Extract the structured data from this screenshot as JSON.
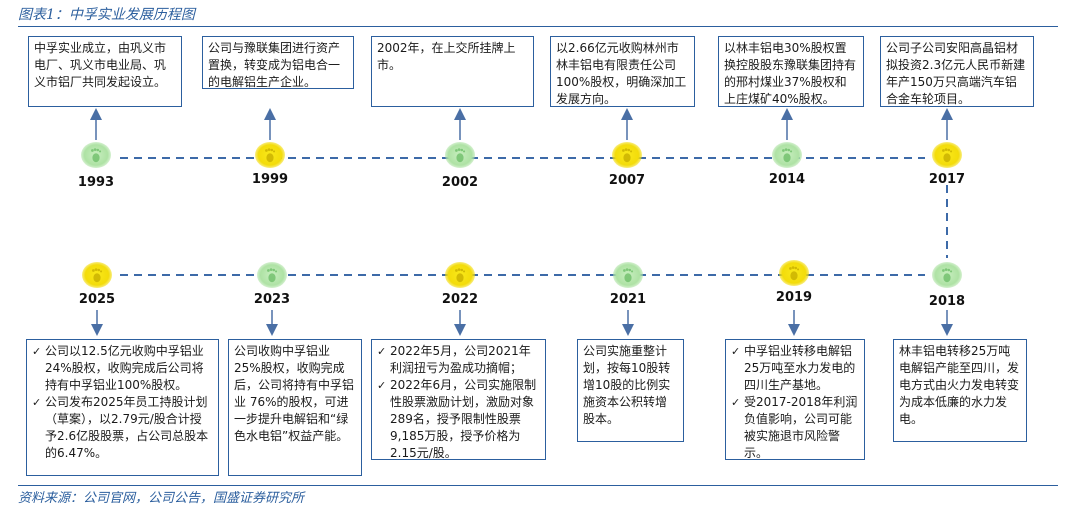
{
  "header": {
    "title": "图表1：中孚实业发展历程图"
  },
  "footer": {
    "source": "资料来源：公司官网，公司公告，国盛证券研究所"
  },
  "colors": {
    "line": "#2c5f9e",
    "green_node": "#aee2a4",
    "yellow_node": "#f3dc0a"
  },
  "icons": {
    "node": "footprint-icon",
    "bullet": "checkmark-icon",
    "arrow": "arrow-icon"
  },
  "top": [
    {
      "year": "1993",
      "node": "green",
      "text": "中孚实业成立，由巩义市电厂、巩义市电业局、巩义市铝厂共同发起设立。"
    },
    {
      "year": "1999",
      "node": "yellow",
      "text": "公司与豫联集团进行资产置换，转变成为铝电合一的电解铝生产企业。"
    },
    {
      "year": "2002",
      "node": "green",
      "text": "2002年，在上交所挂牌上市。"
    },
    {
      "year": "2007",
      "node": "yellow",
      "text": "以2.66亿元收购林州市林丰铝电有限责任公司100%股权，明确深加工发展方向。"
    },
    {
      "year": "2014",
      "node": "green",
      "text": "以林丰铝电30%股权置换控股股东豫联集团持有的邢村煤业37%股权和上庄煤矿40%股权。"
    },
    {
      "year": "2017",
      "node": "yellow",
      "text": "公司子公司安阳高晶铝材拟投资2.3亿元人民币新建年产150万只高端汽车铝合金车轮项目。"
    }
  ],
  "bottom": [
    {
      "year": "2025",
      "node": "yellow",
      "bullets": [
        "公司以12.5亿元收购中孚铝业24%股权，收购完成后公司将持有中孚铝业100%股权。",
        "公司发布2025年员工持股计划（草案），以2.79元/股合计授予2.6亿股股票，占公司总股本的6.47%。"
      ]
    },
    {
      "year": "2023",
      "node": "green",
      "text": "公司收购中孚铝业25%股权，收购完成后，公司将持有中孚铝业 76%的股权，可进一步提升电解铝和“绿色水电铝”权益产能。"
    },
    {
      "year": "2022",
      "node": "yellow",
      "bullets": [
        "2022年5月，公司2021年利润扭亏为盈成功摘帽；",
        "2022年6月，公司实施限制性股票激励计划，激励对象289名，授予限制性股票9,185万股，授予价格为2.15元/股。"
      ]
    },
    {
      "year": "2021",
      "node": "green",
      "text": "公司实施重整计划，按每10股转增10股的比例实施资本公积转增股本。"
    },
    {
      "year": "2019",
      "node": "yellow",
      "bullets": [
        "中孚铝业转移电解铝25万吨至水力发电的四川生产基地。",
        "受2017-2018年利润负值影响，公司可能被实施退市风险警示。"
      ]
    },
    {
      "year": "2018",
      "node": "green",
      "text": "林丰铝电转移25万吨电解铝产能至四川，发电方式由火力发电转变为成本低廉的水力发电。"
    }
  ]
}
